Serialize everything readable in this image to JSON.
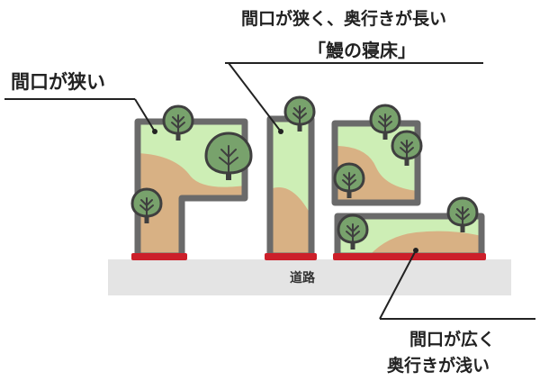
{
  "labels": {
    "left": "間口が狭い",
    "top_line1": "間口が狭く、奥行きが長い",
    "top_line2": "「鰻の寝床」",
    "bottom_right_line1": "間口が広く",
    "bottom_right_line2": "奥行きが浅い",
    "road": "道路"
  },
  "colors": {
    "lot_fill": "#cdeeb5",
    "lot_border": "#6a6a6a",
    "soil": "#d8b184",
    "road": "#e4e4e4",
    "frontage": "#cc1f2a",
    "tree_canopy": "#78a26c",
    "tree_outline": "#3f3f3f",
    "leader_line": "#222222"
  }
}
